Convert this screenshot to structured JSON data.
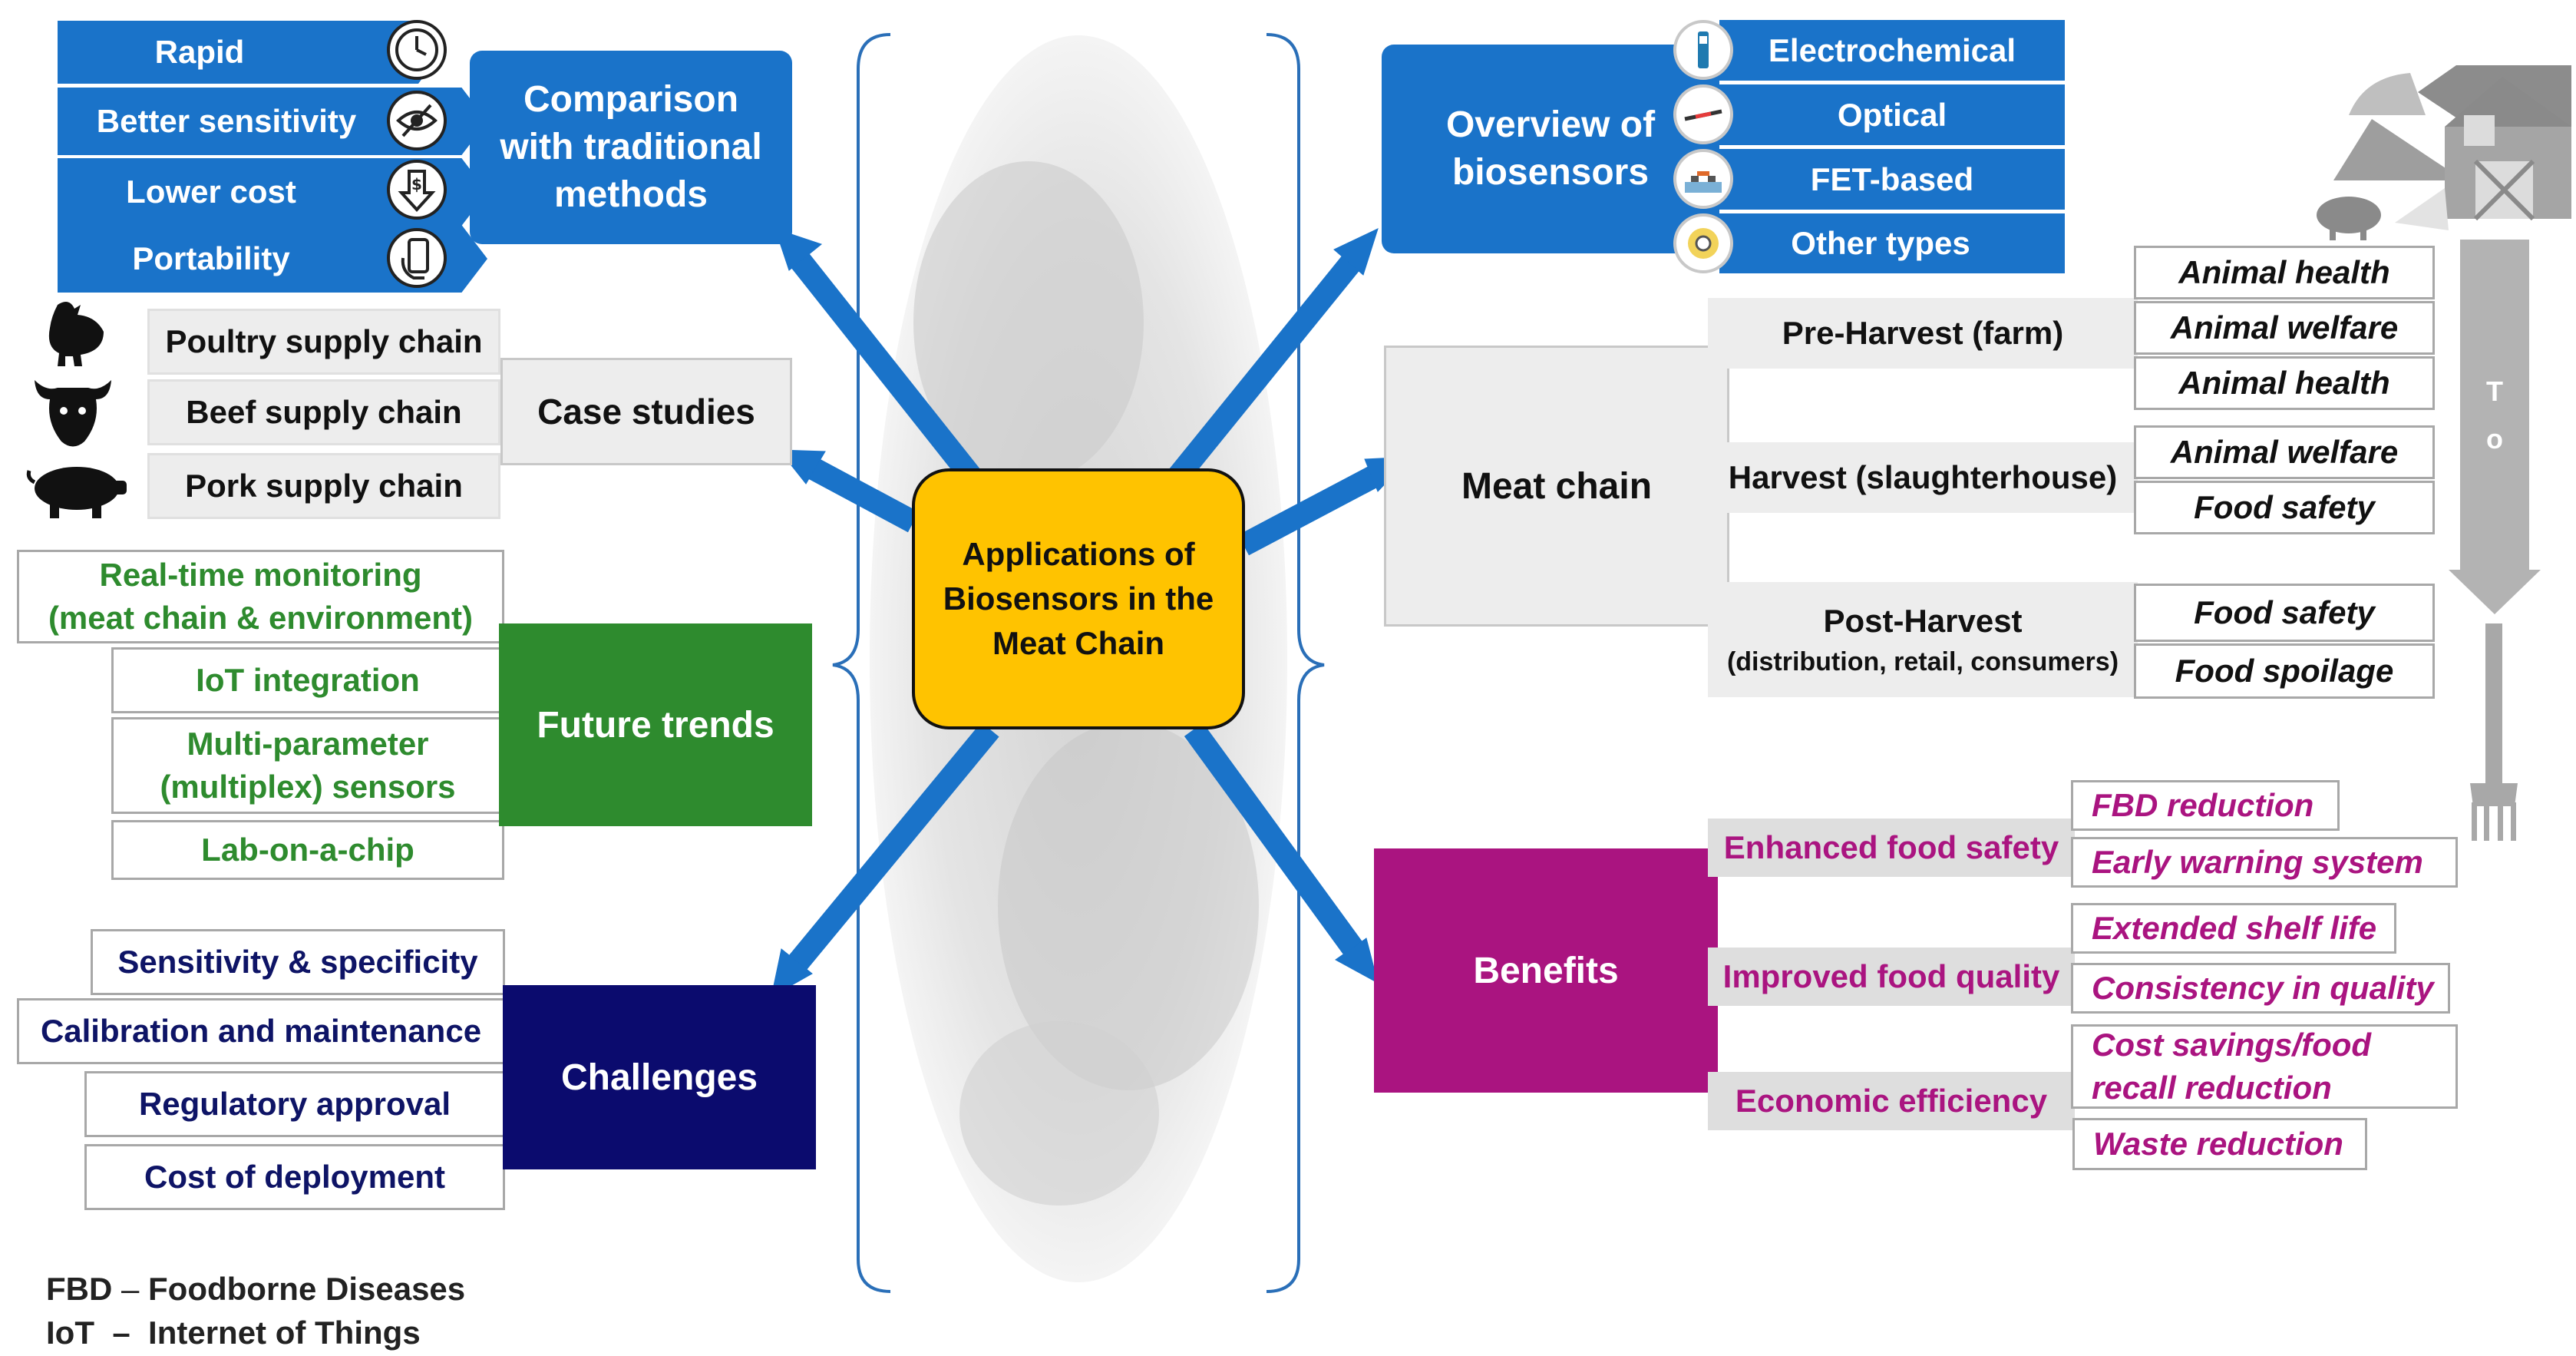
{
  "center": {
    "line1": "Applications of",
    "line2": "Biosensors in the",
    "line3": "Meat Chain"
  },
  "comparison": {
    "title_line1": "Comparison",
    "title_line2": "with traditional",
    "title_line3": "methods",
    "items": [
      "Rapid",
      "Better sensitivity",
      "Lower cost",
      "Portability"
    ]
  },
  "overview": {
    "title_line1": "Overview of",
    "title_line2": "biosensors",
    "items": [
      "Electrochemical",
      "Optical",
      "FET-based",
      "Other types"
    ]
  },
  "case_studies": {
    "title": "Case studies",
    "items": [
      "Poultry supply chain",
      "Beef supply chain",
      "Pork supply chain"
    ]
  },
  "future_trends": {
    "title": "Future trends",
    "items": [
      "Real-time monitoring",
      "(meat chain & environment)",
      "IoT integration",
      "Multi-parameter",
      "(multiplex) sensors",
      "Lab-on-a-chip"
    ]
  },
  "challenges": {
    "title": "Challenges",
    "items": [
      "Sensitivity & specificity",
      "Calibration and maintenance",
      "Regulatory approval",
      "Cost of deployment"
    ]
  },
  "meat_chain": {
    "title": "Meat chain",
    "stages": [
      {
        "label": "Pre-Harvest (farm)",
        "sub": ""
      },
      {
        "label": "Harvest (slaughterhouse)",
        "sub": ""
      },
      {
        "label": "Post-Harvest",
        "sub": "(distribution, retail, consumers)"
      }
    ],
    "items": [
      "Animal health",
      "Animal welfare",
      "Animal health",
      "Animal welfare",
      "Food safety",
      "Food safety",
      "Food spoilage"
    ],
    "arrow_text": "To"
  },
  "benefits": {
    "title": "Benefits",
    "categories": [
      "Enhanced food safety",
      "Improved food quality",
      "Economic efficiency"
    ],
    "items": [
      "FBD reduction",
      "Early warning system",
      "Extended shelf life",
      "Consistency in quality",
      "Cost savings/food",
      "recall reduction",
      "Waste reduction"
    ]
  },
  "abbreviations": [
    {
      "abbr": "FBD",
      "sep": "–",
      "meaning": "Foodborne Diseases"
    },
    {
      "abbr": "IoT",
      "sep": "–",
      "meaning": "Internet of Things"
    }
  ],
  "colors": {
    "blue": "#1a73c9",
    "green": "#2e8b2e",
    "navy": "#0b0b6e",
    "magenta": "#aa1480",
    "yellow": "#ffc300"
  }
}
